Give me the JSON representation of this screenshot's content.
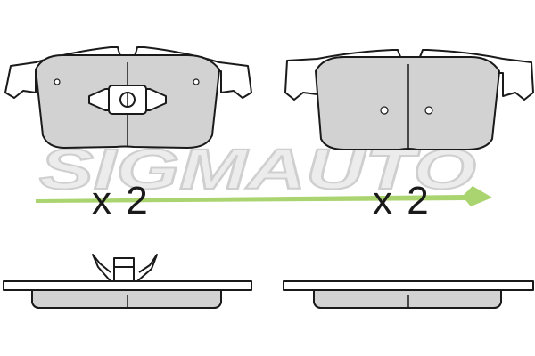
{
  "watermark": {
    "text": "SIGMAUTO",
    "fill_color": "#e6e6e6",
    "stroke_color": "#cfcfcf",
    "swoosh_color": "#8dc63f"
  },
  "quantities": {
    "left": "x 2",
    "right": "x 2"
  },
  "colors": {
    "pad_fill": "#d2d2d2",
    "outline": "#1a1a1a",
    "background": "#ffffff"
  }
}
